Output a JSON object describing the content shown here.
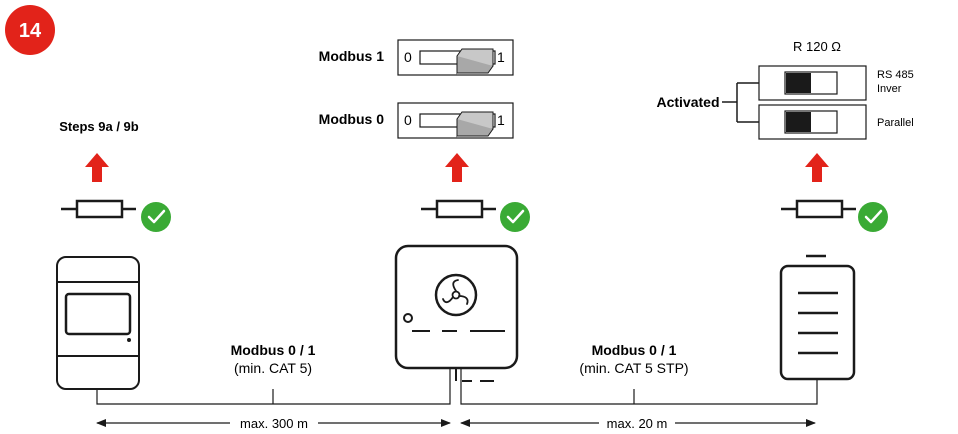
{
  "step_badge": "14",
  "left": {
    "label": "Steps 9a / 9b"
  },
  "center": {
    "modbus1_label": "Modbus 1",
    "modbus0_label": "Modbus 0",
    "switch_left_value": "0",
    "switch_right_value": "1"
  },
  "right": {
    "title": "R 120 Ω",
    "activated_label": "Activated",
    "dip1_label_line1": "RS 485",
    "dip1_label_line2": "Inver",
    "dip2_label": "Parallel"
  },
  "bottom": {
    "link1_title": "Modbus 0 / 1",
    "link1_cable": "(min. CAT 5)",
    "link1_distance": "max. 300 m",
    "link2_title": "Modbus 0 / 1",
    "link2_cable": "(min. CAT 5 STP)",
    "link2_distance": "max. 20 m"
  },
  "colors": {
    "badge": "#e2231a",
    "arrow": "#e2231a",
    "check": "#3aaa35",
    "line": "#1a1a1a",
    "switch_knob": "#c8c8c8"
  },
  "icons": [
    "terminator-resistor-icon",
    "check-circle-icon",
    "up-arrow-icon",
    "energy-meter-icon",
    "inverter-icon",
    "battery-icon"
  ]
}
